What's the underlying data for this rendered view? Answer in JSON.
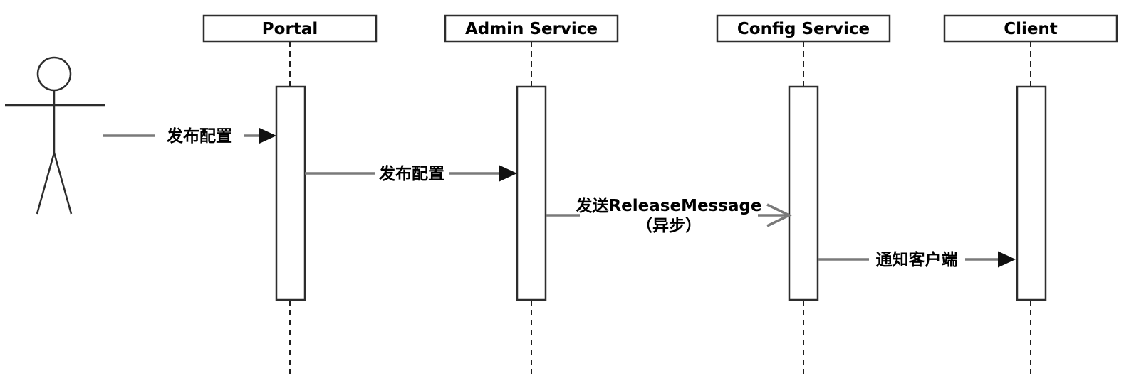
{
  "diagram": {
    "kind": "uml-sequence-diagram",
    "background_color": "#ffffff",
    "colors": {
      "shape_border": "#2d2d2d",
      "lifeline_dash": "#1f1f1f",
      "message_line": "#7a7a7a",
      "solid_arrowhead": "#111111",
      "label_text": "#000000"
    },
    "actor": {
      "name": "user",
      "icon": "stick-figure-actor-icon"
    },
    "lifelines": [
      {
        "label": "Portal"
      },
      {
        "label": "Admin Service"
      },
      {
        "label": "Config Service"
      },
      {
        "label": "Client"
      }
    ],
    "messages": [
      {
        "from": "user",
        "to": "Portal",
        "label": "发布配置",
        "arrow": "solid-filled",
        "kind": "sync"
      },
      {
        "from": "Portal",
        "to": "Admin Service",
        "label": "发布配置",
        "arrow": "solid-filled",
        "kind": "sync"
      },
      {
        "from": "Admin Service",
        "to": "Config Service",
        "label": "发送ReleaseMessage",
        "label_line2": "（异步）",
        "arrow": "open-chevron",
        "kind": "async"
      },
      {
        "from": "Config Service",
        "to": "Client",
        "label": "通知客户端",
        "arrow": "solid-filled",
        "kind": "sync"
      }
    ]
  }
}
